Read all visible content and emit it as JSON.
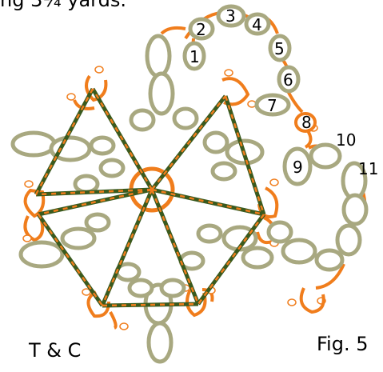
{
  "caption": "ng 3¼ yards.",
  "figure_label": "Fig. 5",
  "credit": "T & C",
  "ring_numbers": [
    "1",
    "2",
    "3",
    "4",
    "5",
    "6",
    "7",
    "8",
    "9",
    "10",
    "11"
  ],
  "colors": {
    "ring_khaki": "#a8a880",
    "chain_orange": "#f07d1c",
    "thread_green": "#3a5a1e"
  }
}
